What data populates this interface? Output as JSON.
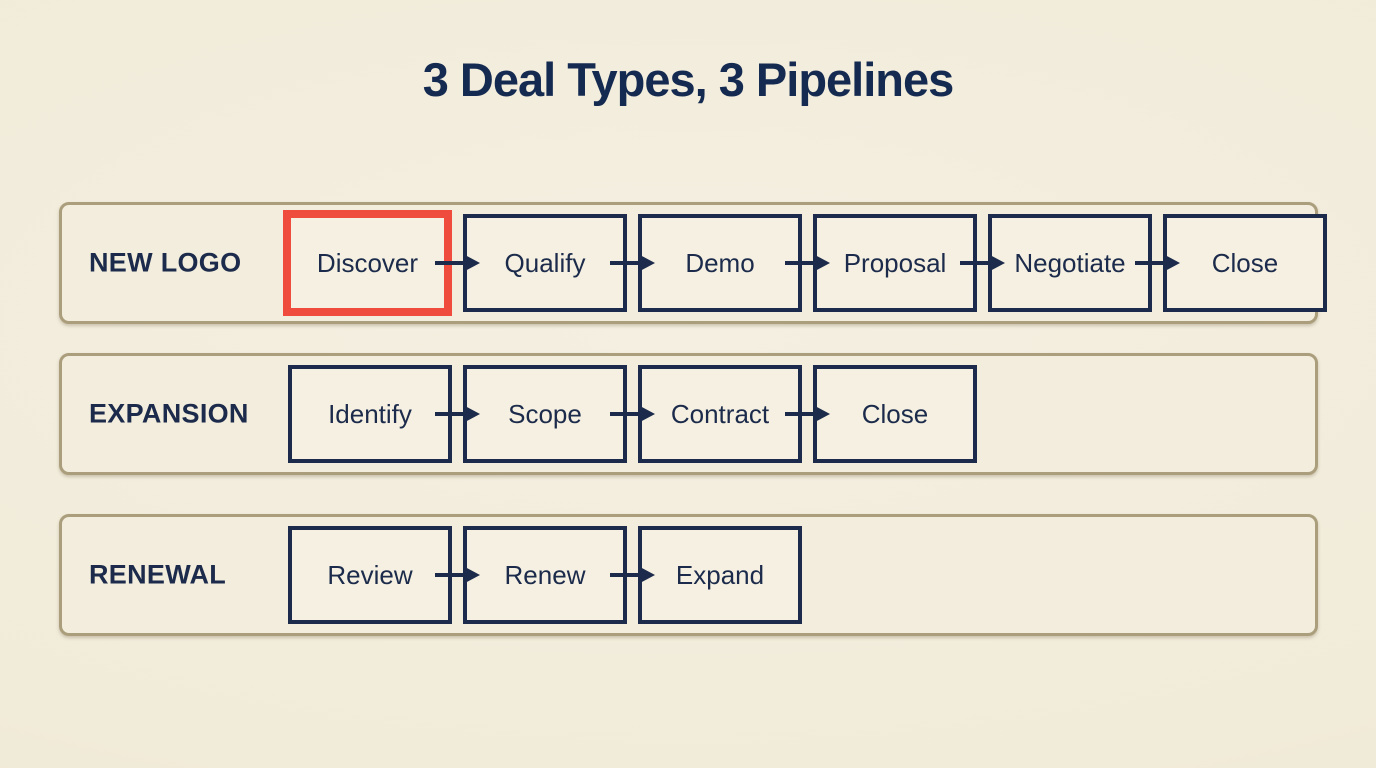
{
  "title": "3 Deal Types, 3 Pipelines",
  "colors": {
    "background": "#f1ebda",
    "navy": "#1c2b4b",
    "title_navy": "#142a50",
    "tan_border": "#ab9e7c",
    "highlight_red": "#ef4c3d",
    "box_fill": "#f5f0e1",
    "row_fill": "#f2eddc"
  },
  "pipelines": [
    {
      "label": "NEW LOGO",
      "stages": [
        {
          "name": "Discover",
          "highlighted": true
        },
        {
          "name": "Qualify"
        },
        {
          "name": "Demo"
        },
        {
          "name": "Proposal"
        },
        {
          "name": "Negotiate"
        },
        {
          "name": "Close"
        }
      ]
    },
    {
      "label": "EXPANSION",
      "stages": [
        {
          "name": "Identify"
        },
        {
          "name": "Scope"
        },
        {
          "name": "Contract"
        },
        {
          "name": "Close"
        }
      ]
    },
    {
      "label": "RENEWAL",
      "stages": [
        {
          "name": "Review"
        },
        {
          "name": "Renew"
        },
        {
          "name": "Expand"
        }
      ]
    }
  ]
}
